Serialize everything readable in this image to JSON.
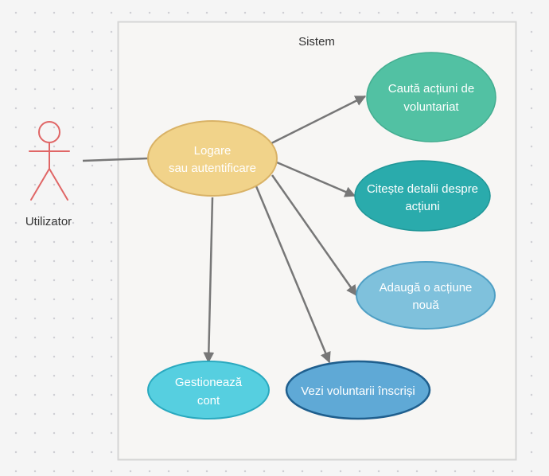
{
  "diagram": {
    "system_label": "Sistem",
    "actor": {
      "name": "Utilizator"
    },
    "use_cases": {
      "login": {
        "line1": "Logare",
        "line2": "sau autentificare"
      },
      "search": {
        "line1": "Caută  acțiuni de",
        "line2": "voluntariat"
      },
      "read": {
        "line1": "Citește detalii despre",
        "line2": "acțiuni"
      },
      "add": {
        "line1": "Adaugă o acțiune",
        "line2": "nouă"
      },
      "manage": {
        "line1": "Gestionează",
        "line2": "cont"
      },
      "volunteers": {
        "line1": "Vezi voluntarii înscriși"
      }
    }
  },
  "colors": {
    "actor": "#e06666",
    "login": "#f1d38a",
    "search": "#52c1a3",
    "read": "#2aabac",
    "add": "#7fc1dc",
    "manage": "#56cfe0",
    "volunteers": "#5fa9d6",
    "arrow": "#777777",
    "system_border": "#d5d5d5"
  }
}
